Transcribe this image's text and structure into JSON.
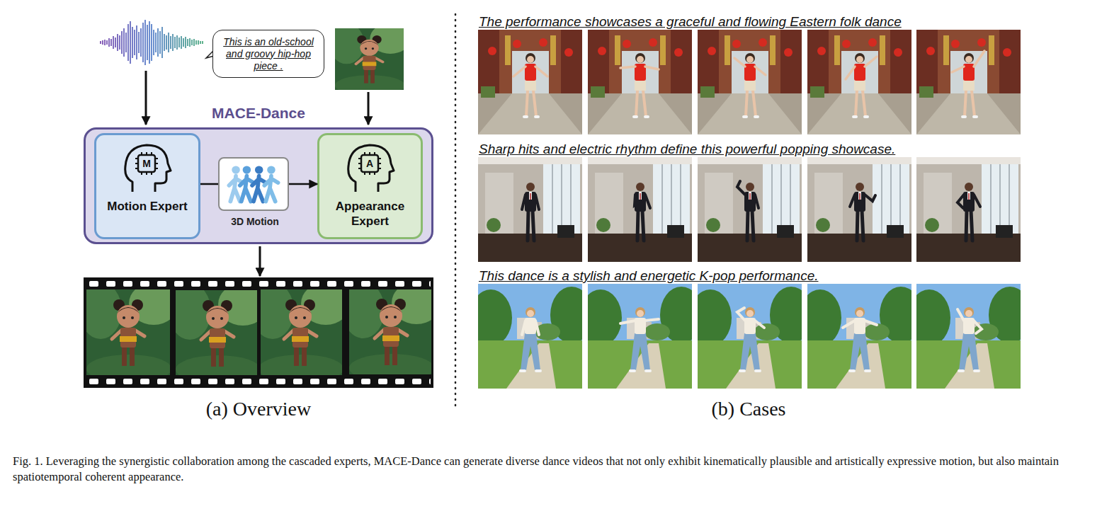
{
  "diagram": {
    "caption": "Fig. 1. Leveraging the synergistic collaboration among the cascaded experts, MACE-Dance can generate diverse dance videos that not only exhibit kinematically plausible and artistically expressive motion, but also maintain spatiotemporal coherent appearance.",
    "nodes": [
      {
        "text": [
          "This is an old-school and groovy hip-hop piece ."
        ]
      },
      {
        "text": [
          "MACE-Dance"
        ]
      },
      {
        "text": [
          "M",
          "Motion Expert"
        ],
        "in": 1
      },
      {
        "text": [
          "3D Motion"
        ],
        "in": 1
      },
      {
        "text": [
          "A",
          "Appearance Expert"
        ],
        "in": 1
      }
    ],
    "edges": [
      {
        "from": 2,
        "to": 3,
        "arrow": "none"
      },
      {
        "from": 3,
        "to": 4,
        "arrow": "to"
      }
    ],
    "labels": [
      "The performance showcases a graceful and flowing Eastern folk dance",
      "Sharp hits and electric rhythm define this powerful popping showcase.",
      "This dance is a stylish and energetic K-pop performance.",
      "(a) Overview",
      "(b) Cases"
    ]
  }
}
